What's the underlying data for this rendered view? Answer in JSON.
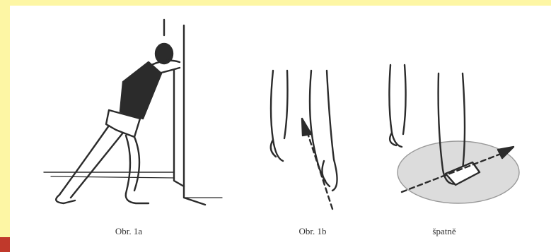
{
  "figures": [
    {
      "caption": "Obr. 1a"
    },
    {
      "caption": "Obr. 1b"
    },
    {
      "caption": "špatně"
    }
  ],
  "colors": {
    "background": "#fdf6a4",
    "panel": "#ffffff",
    "accent": "#c0392b",
    "ink": "#2b2b2b",
    "highlight": "#dcdcdc"
  }
}
